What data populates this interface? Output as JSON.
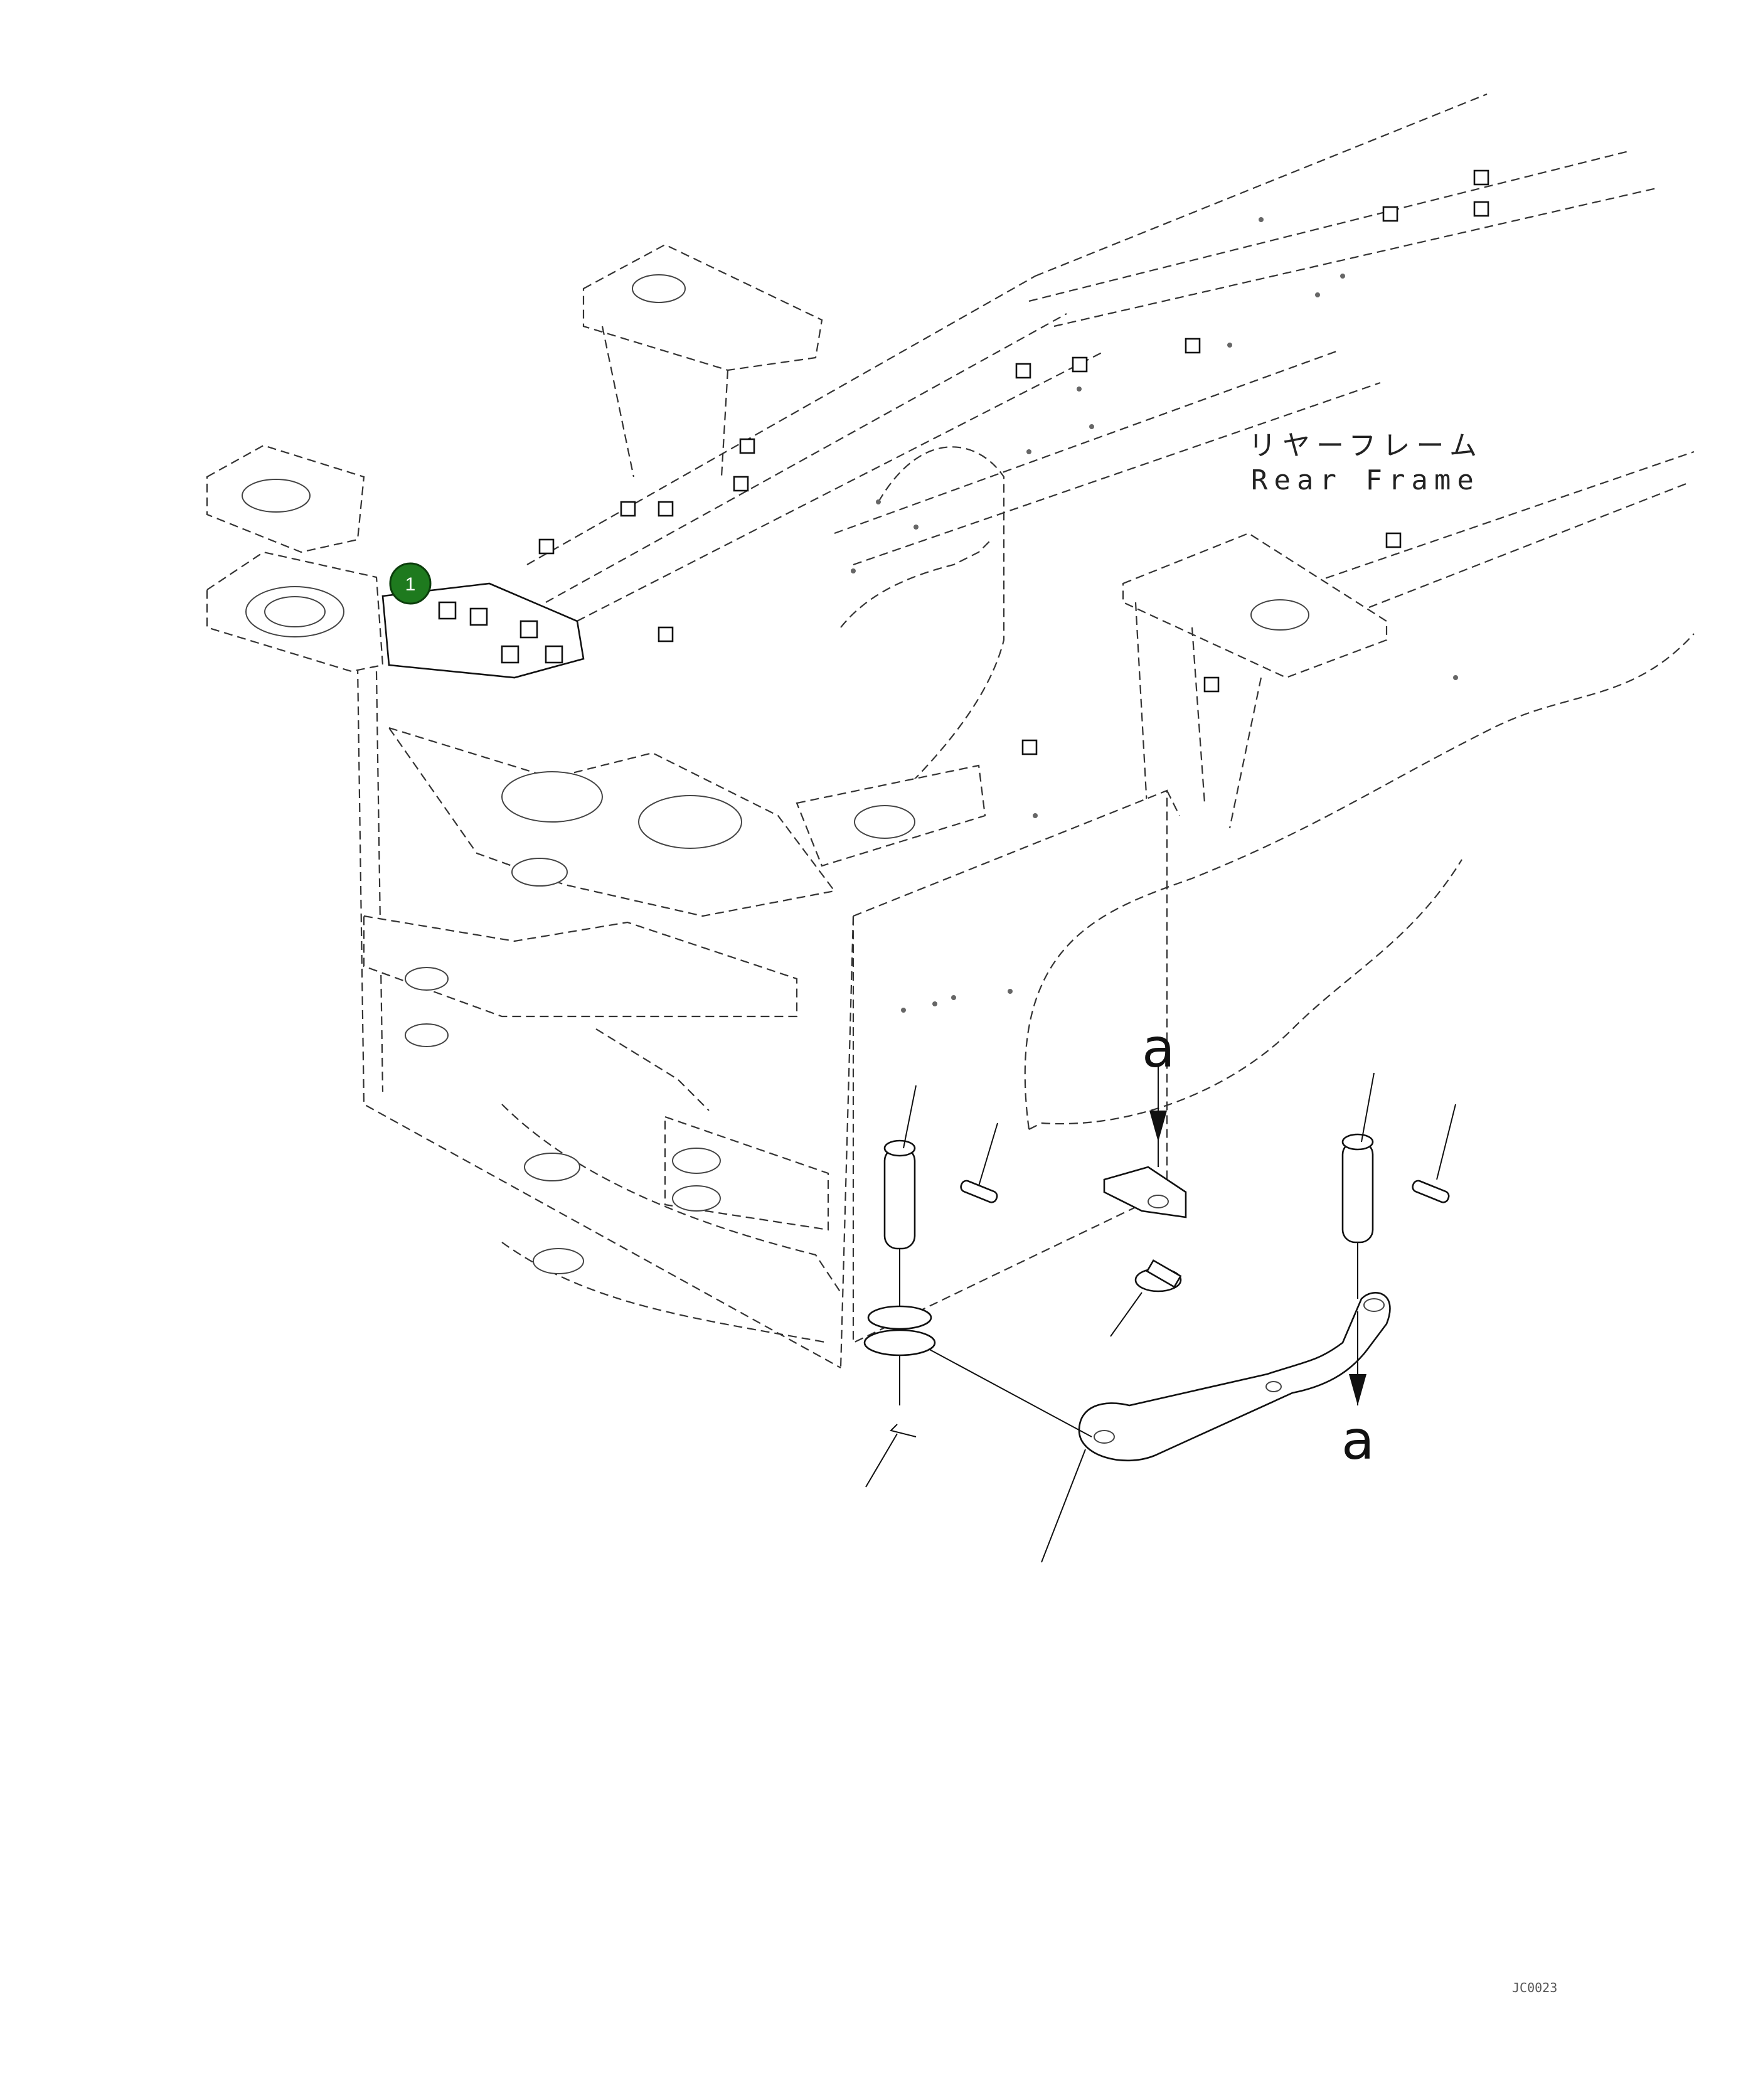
{
  "labels": {
    "frame_jp": "リヤーフレーム",
    "frame_en": "Rear Frame",
    "ref_top": "a",
    "ref_bottom": "a",
    "corner_code": "JC0023"
  },
  "callouts": [
    {
      "number": "1",
      "color": "#1e7a1e"
    }
  ],
  "colors": {
    "line": "#111111",
    "background": "#ffffff"
  }
}
